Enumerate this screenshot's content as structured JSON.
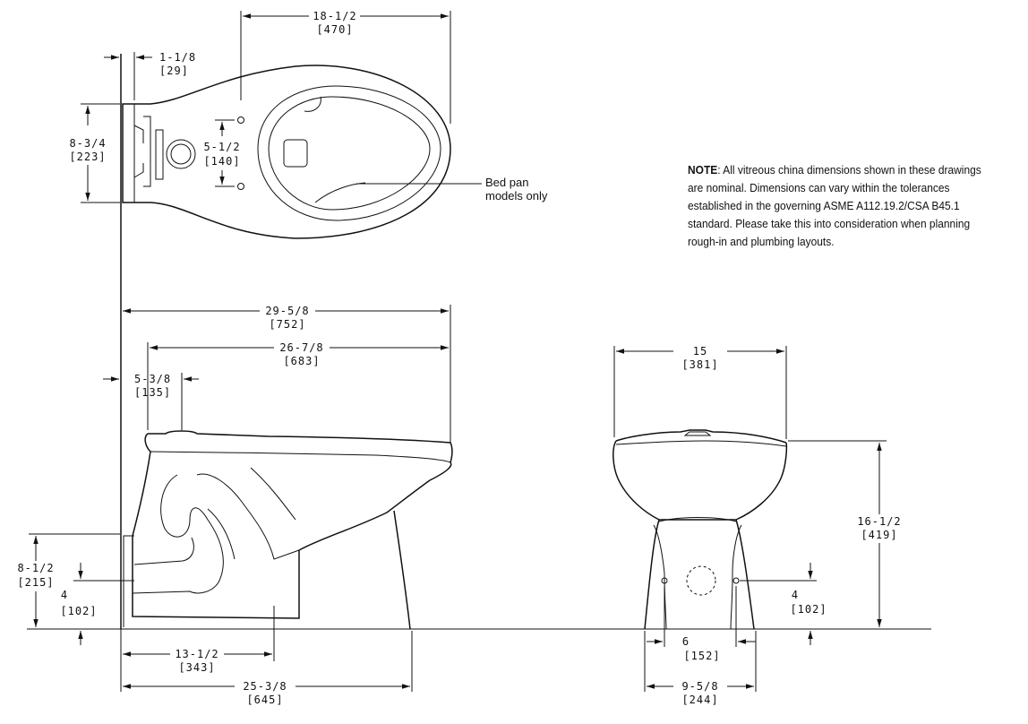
{
  "note": {
    "prefix": "NOTE",
    "body": ": All vitreous china dimensions shown in these drawings are nominal. Dimensions can vary within the tolerances established in the governing ASME A112.19.2/CSA B45.1 standard. Please take this into consideration when planning rough-in and plumbing layouts."
  },
  "callout": {
    "line1": "Bed pan",
    "line2": "models only"
  },
  "dims": {
    "top_width": {
      "in": "18-1/2",
      "mm": "[470]"
    },
    "top_back_offset": {
      "in": "1-1/8",
      "mm": "[29]"
    },
    "top_depth": {
      "in": "8-3/4",
      "mm": "[223]"
    },
    "bolt_spacing": {
      "in": "5-1/2",
      "mm": "[140]"
    },
    "overall_length": {
      "in": "29-5/8",
      "mm": "[752]"
    },
    "rim_length": {
      "in": "26-7/8",
      "mm": "[683]"
    },
    "rim_offset": {
      "in": "5-3/8",
      "mm": "[135]"
    },
    "inlet_height": {
      "in": "8-1/2",
      "mm": "[215]"
    },
    "outlet_height": {
      "in": "4",
      "mm": "[102]"
    },
    "outlet_distance": {
      "in": "13-1/2",
      "mm": "[343]"
    },
    "base_length": {
      "in": "25-3/8",
      "mm": "[645]"
    },
    "front_width": {
      "in": "15",
      "mm": "[381]"
    },
    "rim_height": {
      "in": "16-1/2",
      "mm": "[419]"
    },
    "front_bolt_height": {
      "in": "4",
      "mm": "[102]"
    },
    "bolt_span": {
      "in": "6",
      "mm": "[152]"
    },
    "base_width": {
      "in": "9-5/8",
      "mm": "[244]"
    }
  }
}
